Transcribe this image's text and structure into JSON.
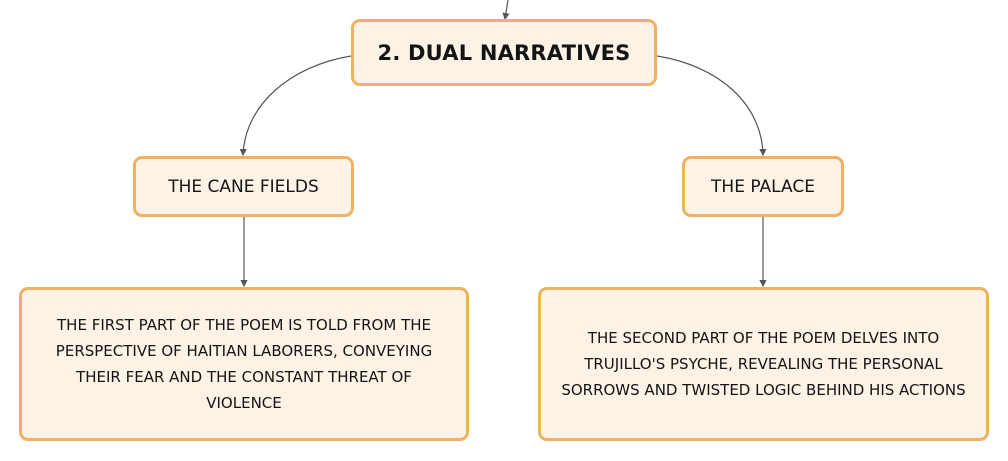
{
  "diagram": {
    "root": {
      "label": "2. DUAL NARRATIVES"
    },
    "branches": [
      {
        "label": "THE CANE FIELDS",
        "detail": "THE FIRST PART OF THE POEM IS TOLD FROM THE PERSPECTIVE OF HAITIAN LABORERS, CONVEYING THEIR FEAR AND THE CONSTANT THREAT OF VIOLENCE"
      },
      {
        "label": "THE PALACE",
        "detail": "THE SECOND PART OF THE POEM DELVES INTO TRUJILLO'S PSYCHE, REVEALING THE PERSONAL SORROWS AND TWISTED LOGIC BEHIND HIS ACTIONS"
      }
    ],
    "colors": {
      "node_fill": "#fdf2e6",
      "node_border": "#f0b260",
      "connector": "#555555",
      "text": "#141414"
    }
  }
}
